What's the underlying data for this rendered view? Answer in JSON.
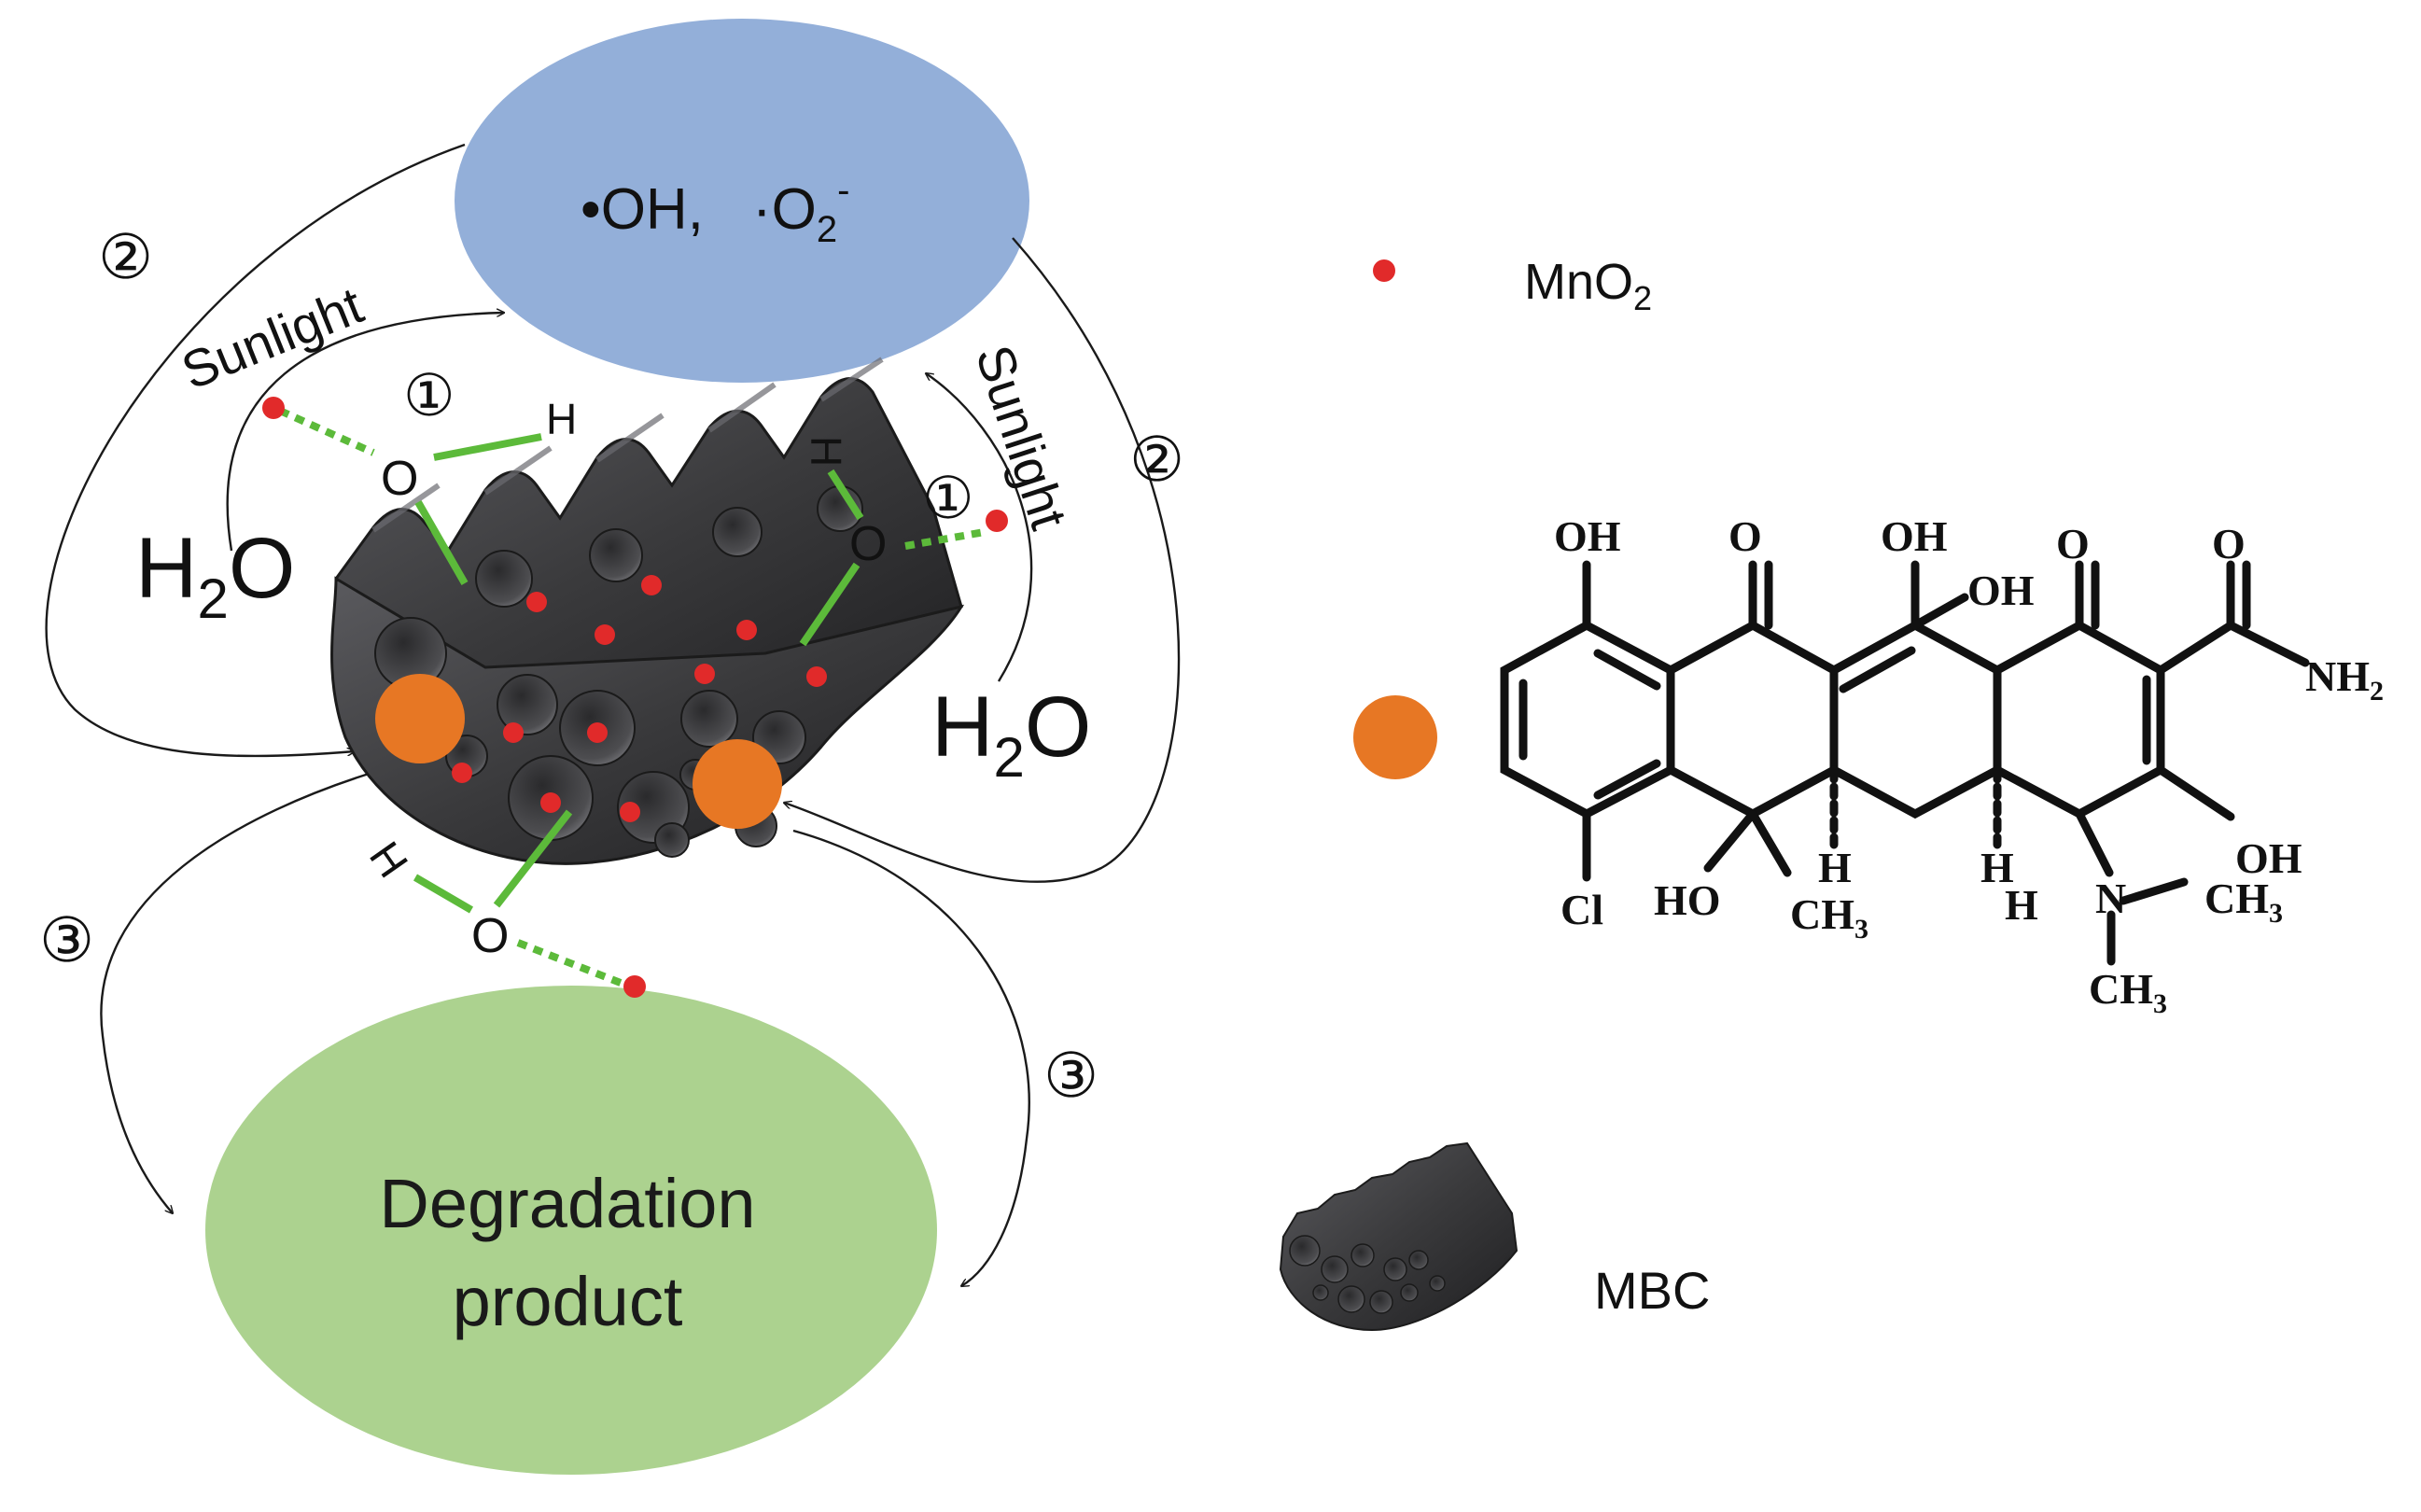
{
  "colors": {
    "radical_ellipse": "#93afd9",
    "product_ellipse": "#acd28f",
    "mbc_body": "#3a3a3c",
    "mno2_dot": "#e12a2a",
    "orange_dot": "#e77724",
    "bond_green": "#5cba3a",
    "arrow": "#1a1a1a"
  },
  "radicals": {
    "hydroxyl": "•OH,",
    "superoxide": "·O",
    "superoxide_sub": "2",
    "superoxide_sup": "-"
  },
  "product": {
    "line1": "Degradation",
    "line2": "product"
  },
  "sunlight": {
    "left": "Sunlight",
    "right": "Sunlight"
  },
  "water": {
    "left_H": "H",
    "left_sub": "2",
    "left_O": "O",
    "right_H": "H",
    "right_sub": "2",
    "right_O": "O"
  },
  "atoms": {
    "O": "O",
    "H": "H"
  },
  "steps": {
    "one": "①",
    "two": "②",
    "three": "③"
  },
  "legend": {
    "mno2_main": "MnO",
    "mno2_sub": "2",
    "mbc": "MBC"
  },
  "molecule": {
    "OH": "OH",
    "O": "O",
    "NH": "NH",
    "sub2": "2",
    "Cl": "Cl",
    "HO": "HO",
    "CH": "CH",
    "sub3": "3",
    "H": "H",
    "N": "N"
  }
}
